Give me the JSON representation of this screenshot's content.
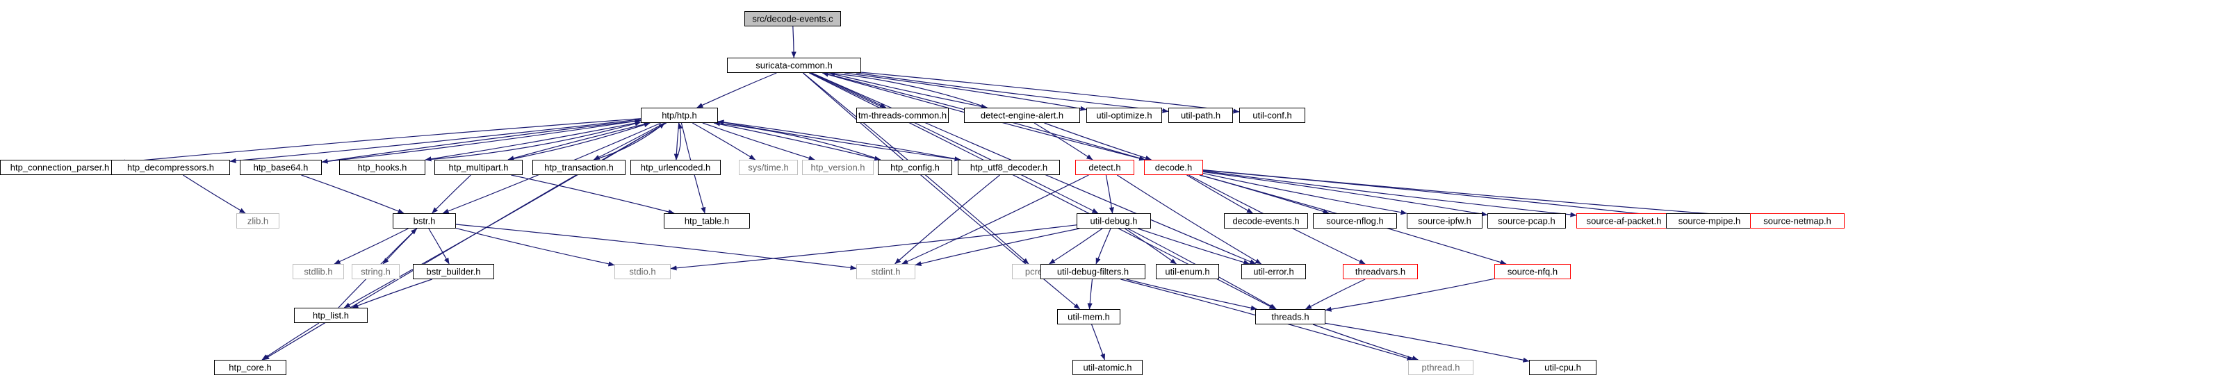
{
  "graph": {
    "colors": {
      "edge": "#191970",
      "border_normal": "#000000",
      "border_missing": "#bfbfbf",
      "border_truncated": "#ff0000",
      "fill_root": "#bfbfbf",
      "fill_default": "#ffffff",
      "text_normal": "#000000",
      "text_missing": "#666666"
    },
    "nodes": [
      {
        "id": "root",
        "label": "src/decode-events.c",
        "kind": "root"
      },
      {
        "id": "sc",
        "label": "suricata-common.h",
        "kind": "normal"
      },
      {
        "id": "htp",
        "label": "htp/htp.h",
        "kind": "normal"
      },
      {
        "id": "tmtc",
        "label": "tm-threads-common.h",
        "kind": "normal"
      },
      {
        "id": "dea",
        "label": "detect-engine-alert.h",
        "kind": "normal"
      },
      {
        "id": "uopt",
        "label": "util-optimize.h",
        "kind": "normal"
      },
      {
        "id": "upath",
        "label": "util-path.h",
        "kind": "normal"
      },
      {
        "id": "uconf",
        "label": "util-conf.h",
        "kind": "normal"
      },
      {
        "id": "hcp",
        "label": "htp_connection_parser.h",
        "kind": "normal"
      },
      {
        "id": "hdec",
        "label": "htp_decompressors.h",
        "kind": "normal"
      },
      {
        "id": "hb64",
        "label": "htp_base64.h",
        "kind": "normal"
      },
      {
        "id": "hhooks",
        "label": "htp_hooks.h",
        "kind": "normal"
      },
      {
        "id": "hmp",
        "label": "htp_multipart.h",
        "kind": "normal"
      },
      {
        "id": "htx",
        "label": "htp_transaction.h",
        "kind": "normal"
      },
      {
        "id": "hurl",
        "label": "htp_urlencoded.h",
        "kind": "normal"
      },
      {
        "id": "systime",
        "label": "sys/time.h",
        "kind": "missing"
      },
      {
        "id": "hver",
        "label": "htp_version.h",
        "kind": "missing"
      },
      {
        "id": "hcfg",
        "label": "htp_config.h",
        "kind": "normal"
      },
      {
        "id": "hutf8",
        "label": "htp_utf8_decoder.h",
        "kind": "normal"
      },
      {
        "id": "detect",
        "label": "detect.h",
        "kind": "truncated"
      },
      {
        "id": "decode",
        "label": "decode.h",
        "kind": "truncated"
      },
      {
        "id": "zlib",
        "label": "zlib.h",
        "kind": "missing"
      },
      {
        "id": "bstr",
        "label": "bstr.h",
        "kind": "normal"
      },
      {
        "id": "htable",
        "label": "htp_table.h",
        "kind": "normal"
      },
      {
        "id": "udebug",
        "label": "util-debug.h",
        "kind": "normal"
      },
      {
        "id": "devents",
        "label": "decode-events.h",
        "kind": "normal"
      },
      {
        "id": "snflog",
        "label": "source-nflog.h",
        "kind": "normal"
      },
      {
        "id": "sipfw",
        "label": "source-ipfw.h",
        "kind": "normal"
      },
      {
        "id": "spcap",
        "label": "source-pcap.h",
        "kind": "normal"
      },
      {
        "id": "safp",
        "label": "source-af-packet.h",
        "kind": "truncated"
      },
      {
        "id": "smpipe",
        "label": "source-mpipe.h",
        "kind": "normal"
      },
      {
        "id": "snetmap",
        "label": "source-netmap.h",
        "kind": "truncated"
      },
      {
        "id": "stdlib",
        "label": "stdlib.h",
        "kind": "missing"
      },
      {
        "id": "stringh",
        "label": "string.h",
        "kind": "missing"
      },
      {
        "id": "bbuild",
        "label": "bstr_builder.h",
        "kind": "normal"
      },
      {
        "id": "stdio",
        "label": "stdio.h",
        "kind": "missing"
      },
      {
        "id": "stdint",
        "label": "stdint.h",
        "kind": "missing"
      },
      {
        "id": "pcre",
        "label": "pcre.h",
        "kind": "missing"
      },
      {
        "id": "udf",
        "label": "util-debug-filters.h",
        "kind": "normal"
      },
      {
        "id": "uenum",
        "label": "util-enum.h",
        "kind": "normal"
      },
      {
        "id": "uerr",
        "label": "util-error.h",
        "kind": "normal"
      },
      {
        "id": "tvars",
        "label": "threadvars.h",
        "kind": "truncated"
      },
      {
        "id": "snfq",
        "label": "source-nfq.h",
        "kind": "truncated"
      },
      {
        "id": "hlist",
        "label": "htp_list.h",
        "kind": "normal"
      },
      {
        "id": "umem",
        "label": "util-mem.h",
        "kind": "normal"
      },
      {
        "id": "threads",
        "label": "threads.h",
        "kind": "normal"
      },
      {
        "id": "hcore",
        "label": "htp_core.h",
        "kind": "normal"
      },
      {
        "id": "uatomic",
        "label": "util-atomic.h",
        "kind": "normal"
      },
      {
        "id": "pthread",
        "label": "pthread.h",
        "kind": "missing"
      },
      {
        "id": "ucpu",
        "label": "util-cpu.h",
        "kind": "normal"
      }
    ],
    "edges": [
      [
        "root",
        "sc"
      ],
      [
        "sc",
        "htp"
      ],
      [
        "sc",
        "tmtc"
      ],
      [
        "sc",
        "dea"
      ],
      [
        "sc",
        "uopt"
      ],
      [
        "sc",
        "upath"
      ],
      [
        "sc",
        "uconf"
      ],
      [
        "sc",
        "decode"
      ],
      [
        "sc",
        "udebug"
      ],
      [
        "sc",
        "uerr"
      ],
      [
        "sc",
        "pcre"
      ],
      [
        "sc",
        "umem"
      ],
      [
        "sc",
        "threads"
      ],
      [
        "dea",
        "sc"
      ],
      [
        "dea",
        "detect"
      ],
      [
        "dea",
        "decode"
      ],
      [
        "decode",
        "sc"
      ],
      [
        "decode",
        "devents"
      ],
      [
        "decode",
        "snflog"
      ],
      [
        "decode",
        "sipfw"
      ],
      [
        "decode",
        "spcap"
      ],
      [
        "decode",
        "safp"
      ],
      [
        "decode",
        "smpipe"
      ],
      [
        "decode",
        "snetmap"
      ],
      [
        "decode",
        "snfq"
      ],
      [
        "decode",
        "tvars"
      ],
      [
        "detect",
        "udebug"
      ],
      [
        "detect",
        "uerr"
      ],
      [
        "detect",
        "stdint"
      ],
      [
        "htp",
        "hcp"
      ],
      [
        "htp",
        "hdec"
      ],
      [
        "htp",
        "hb64"
      ],
      [
        "htp",
        "hhooks"
      ],
      [
        "htp",
        "hmp"
      ],
      [
        "htp",
        "htx"
      ],
      [
        "htp",
        "hurl"
      ],
      [
        "htp",
        "systime"
      ],
      [
        "htp",
        "hver"
      ],
      [
        "htp",
        "hcfg"
      ],
      [
        "htp",
        "hutf8"
      ],
      [
        "htp",
        "bstr"
      ],
      [
        "htp",
        "htable"
      ],
      [
        "htp",
        "hlist"
      ],
      [
        "htp",
        "hcore"
      ],
      [
        "hb64",
        "htp"
      ],
      [
        "hhooks",
        "htp"
      ],
      [
        "hmp",
        "htp"
      ],
      [
        "htx",
        "htp"
      ],
      [
        "hurl",
        "htp"
      ],
      [
        "hcfg",
        "htp"
      ],
      [
        "hutf8",
        "htp"
      ],
      [
        "hdec",
        "zlib"
      ],
      [
        "hb64",
        "bstr"
      ],
      [
        "hmp",
        "bstr"
      ],
      [
        "hmp",
        "htable"
      ],
      [
        "hutf8",
        "stdint"
      ],
      [
        "bstr",
        "stdlib"
      ],
      [
        "bstr",
        "stringh"
      ],
      [
        "bstr",
        "bbuild"
      ],
      [
        "bstr",
        "stdio"
      ],
      [
        "bstr",
        "stdint"
      ],
      [
        "bbuild",
        "hlist"
      ],
      [
        "hlist",
        "bstr"
      ],
      [
        "hlist",
        "hcore"
      ],
      [
        "udebug",
        "stdio"
      ],
      [
        "udebug",
        "stdint"
      ],
      [
        "udebug",
        "pcre"
      ],
      [
        "udebug",
        "udf"
      ],
      [
        "udebug",
        "uenum"
      ],
      [
        "udebug",
        "uerr"
      ],
      [
        "udebug",
        "threads"
      ],
      [
        "udf",
        "umem"
      ],
      [
        "udf",
        "pthread"
      ],
      [
        "udf",
        "threads"
      ],
      [
        "umem",
        "uatomic"
      ],
      [
        "tvars",
        "threads"
      ],
      [
        "snfq",
        "threads"
      ],
      [
        "threads",
        "pthread"
      ],
      [
        "threads",
        "ucpu"
      ]
    ]
  }
}
